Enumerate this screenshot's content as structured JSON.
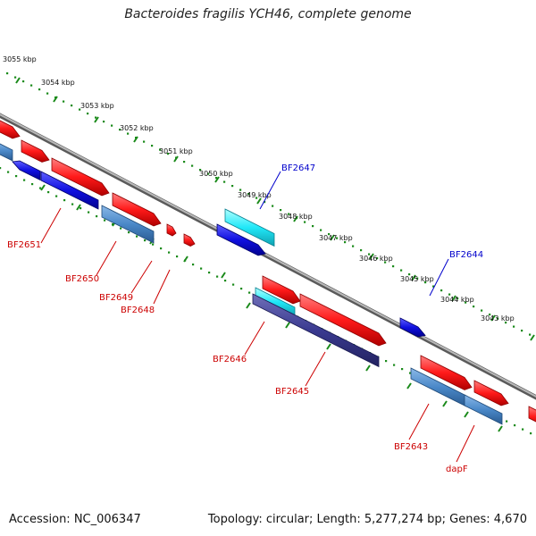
{
  "title": "Bacteroides fragilis YCH46, complete genome",
  "footer": {
    "accession": "Accession: NC_006347",
    "summary": "Topology: circular; Length: 5,277,274 bp; Genes: 4,670"
  },
  "colors": {
    "backbone": "#808080",
    "kbp_dots": "#1a8a1a",
    "label_red": "#cc0000",
    "label_blue": "#0000cc",
    "gene_red": "#ff2020",
    "gene_blue": "#1a1ae6",
    "gene_cyan": "#20e0f0",
    "gene_steel": "#4a88c8",
    "gene_purple": "#3a3a90"
  },
  "kbp_ticks": [
    "3055 kbp",
    "3054 kbp",
    "3053 kbp",
    "3052 kbp",
    "3051 kbp",
    "3050 kbp",
    "3049 kbp",
    "3048 kbp",
    "3047 kbp",
    "3046 kbp",
    "3045 kbp",
    "3044 kbp",
    "3043 kbp"
  ],
  "gene_labels": [
    {
      "text": "BF2651",
      "color": "red"
    },
    {
      "text": "BF2650",
      "color": "red"
    },
    {
      "text": "BF2649",
      "color": "red"
    },
    {
      "text": "BF2648",
      "color": "red"
    },
    {
      "text": "BF2647",
      "color": "blue"
    },
    {
      "text": "BF2646",
      "color": "red"
    },
    {
      "text": "BF2645",
      "color": "red"
    },
    {
      "text": "BF2644",
      "color": "blue"
    },
    {
      "text": "BF2643",
      "color": "red"
    },
    {
      "text": "dapF",
      "color": "red"
    }
  ]
}
